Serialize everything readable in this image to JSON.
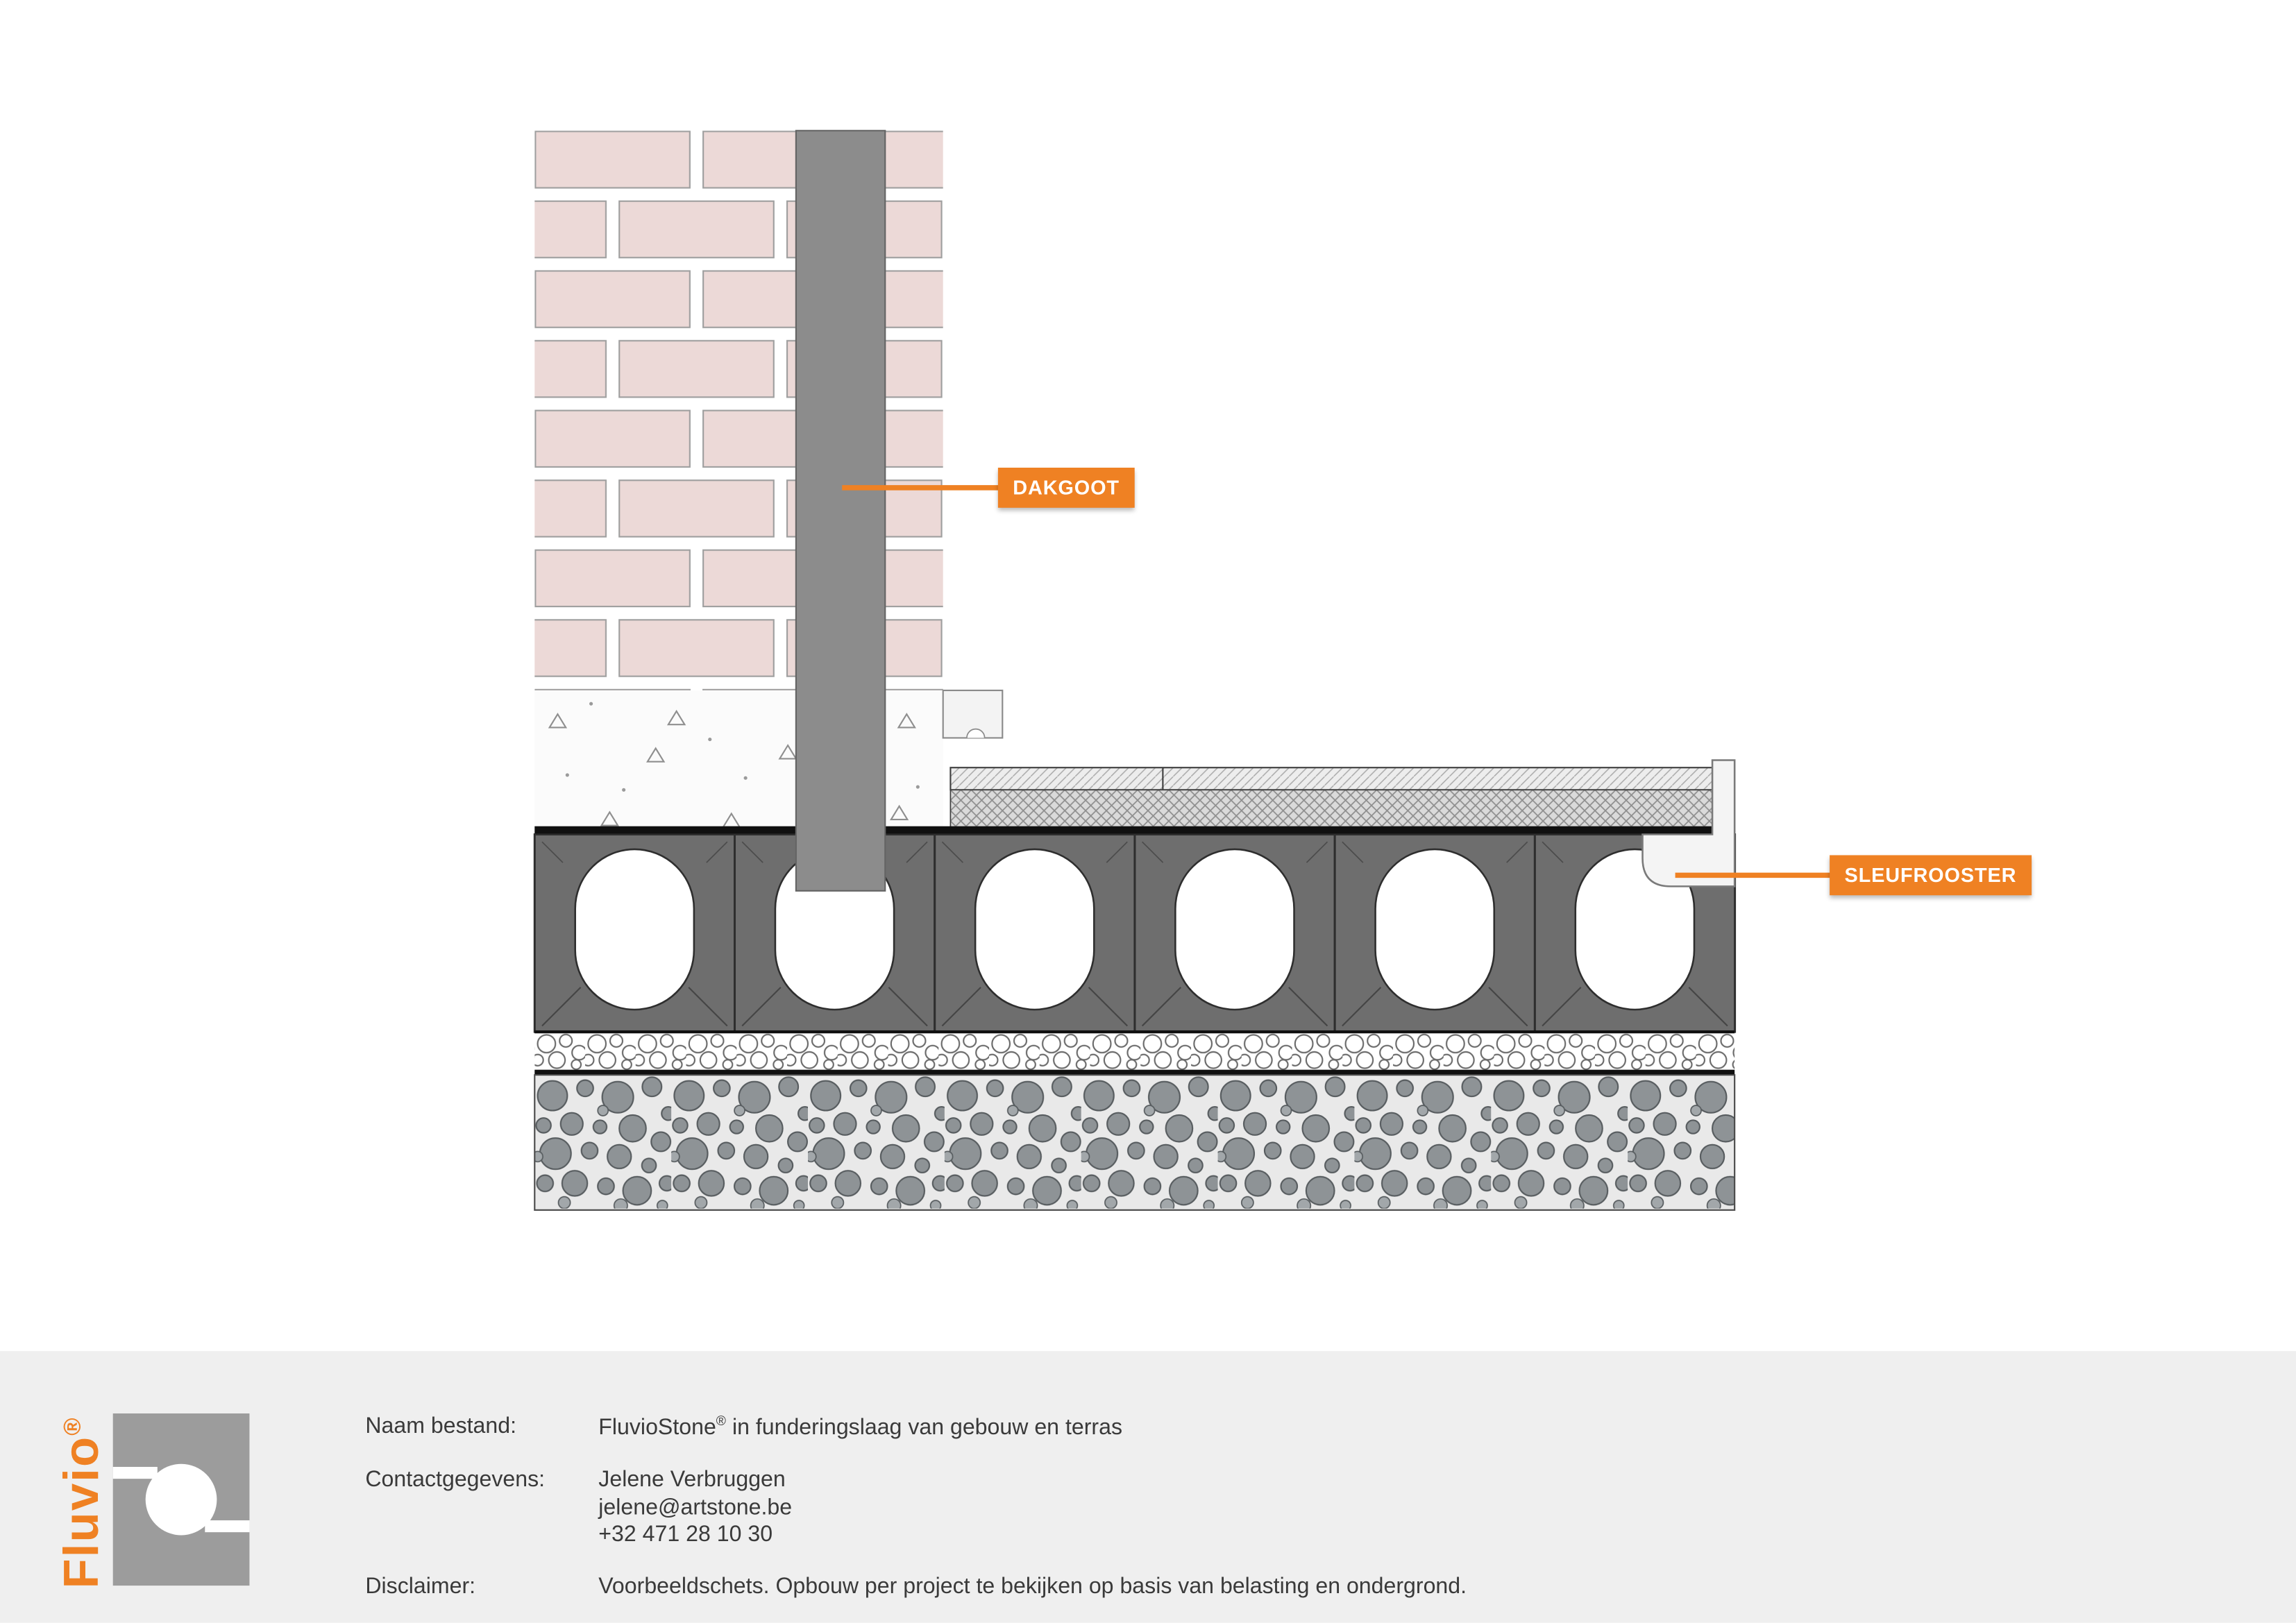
{
  "colors": {
    "accent": "#EF8123",
    "brick": "#ECD9D7",
    "block_gray": "#6E6E6E",
    "pipe_gray": "#8C8C8C",
    "footer_bg": "#EFEFEF",
    "logo_gray": "#9C9C9C"
  },
  "diagram": {
    "labels": {
      "dakgoot": "DAKGOOT",
      "sleufrooster": "SLEUFROOSTER"
    }
  },
  "branding": {
    "name": "Fluvio",
    "registered": "®"
  },
  "footer": {
    "naam_bestand_label": "Naam bestand:",
    "naam_bestand_product": "FluvioStone",
    "naam_bestand_reg": "®",
    "naam_bestand_rest": "in funderingslaag van gebouw en terras",
    "contact_label": "Contactgegevens:",
    "contact_name": "Jelene Verbruggen",
    "contact_email": "jelene@artstone.be",
    "contact_phone": "+32 471 28 10 30",
    "disclaimer_label": "Disclaimer:",
    "disclaimer_text": "Voorbeeldschets. Opbouw per project te bekijken op basis van belasting en ondergrond."
  }
}
